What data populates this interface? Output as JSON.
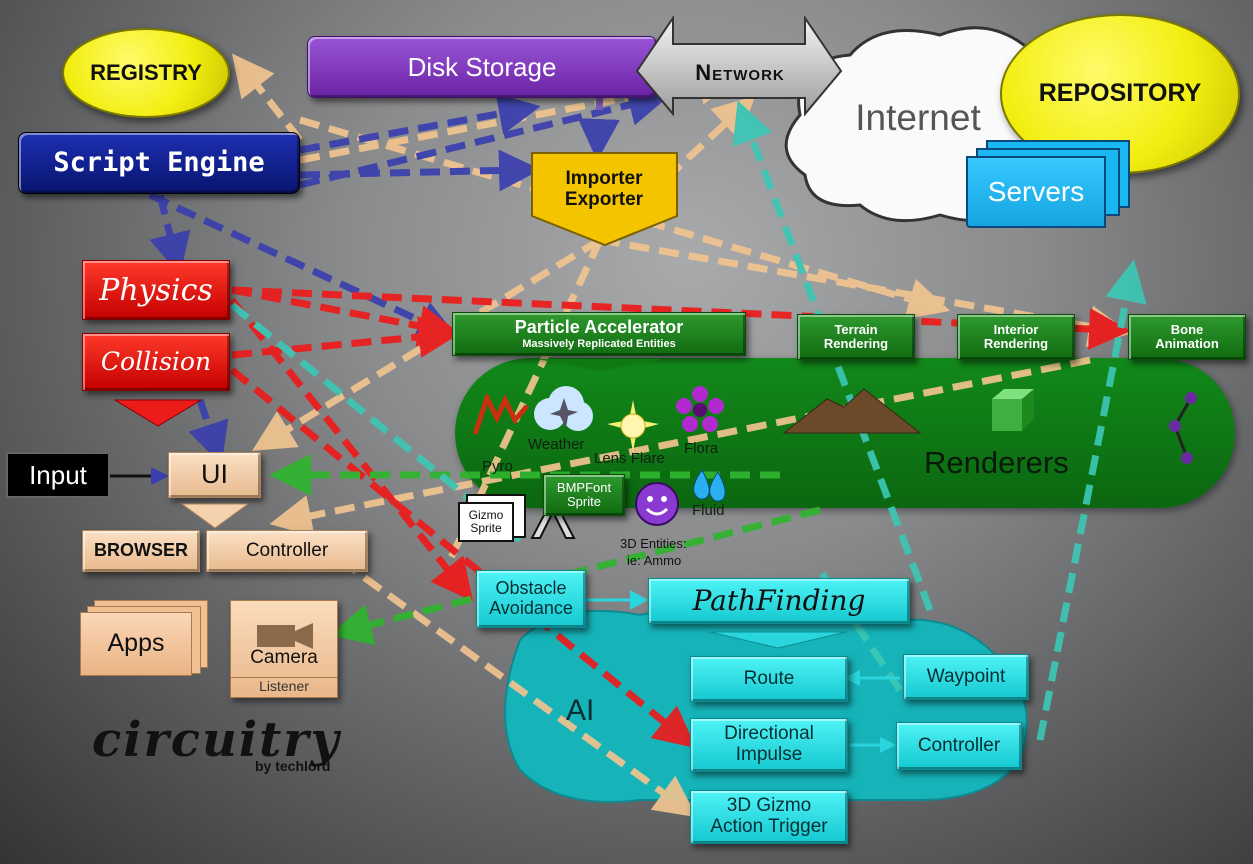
{
  "nodes": {
    "registry": "REGISTRY",
    "disk_storage": "Disk Storage",
    "network": "Network",
    "internet": "Internet",
    "repository": "REPOSITORY",
    "servers": "Servers",
    "script_engine": "Script Engine",
    "importer_exporter_1": "Importer",
    "importer_exporter_2": "Exporter",
    "physics": "Physics",
    "collision": "Collision",
    "input": "Input",
    "ui": "UI",
    "browser": "BROWSER",
    "controller": "Controller",
    "apps": "Apps",
    "camera": "Camera",
    "listener": "Listener"
  },
  "renderers": {
    "group_label": "Renderers",
    "particle_title": "Particle Accelerator",
    "particle_subtitle": "Massively Replicated Entities",
    "terrain_1": "Terrain",
    "terrain_2": "Rendering",
    "interior_1": "Interior",
    "interior_2": "Rendering",
    "bone_1": "Bone",
    "bone_2": "Animation",
    "pyro": "Pyro",
    "weather": "Weather",
    "lens_flare": "Lens Flare",
    "flora": "Flora",
    "gizmo_1": "Gizmo",
    "gizmo_2": "Sprite",
    "bmpfont_1": "BMPFont",
    "bmpfont_2": "Sprite",
    "entities_1": "3D Entities:",
    "entities_2": "ie: Ammo",
    "fluid": "Fluid"
  },
  "ai": {
    "group_label": "AI",
    "obstacle_1": "Obstacle",
    "obstacle_2": "Avoidance",
    "pathfinding": "PathFinding",
    "route": "Route",
    "waypoint": "Waypoint",
    "directional_1": "Directional",
    "directional_2": "Impulse",
    "controller": "Controller",
    "gizmo_trigger_1": "3D Gizmo",
    "gizmo_trigger_2": "Action Trigger"
  },
  "logo": {
    "main": "circuitry",
    "byline": "by techlord"
  },
  "colors": {
    "registry": "#f2ee10",
    "disk_storage": "#7a2fb8",
    "script_engine": "#0c1a8c",
    "importer": "#f6c600",
    "renderers_bg": "#0e7a12",
    "ai_bg": "#17b9c0",
    "servers": "#1ab7f0",
    "arrow_blue": "#3a3fae",
    "arrow_red": "#ee1b1b",
    "arrow_tan": "#f1c48f",
    "arrow_green": "#2fb52f",
    "arrow_teal": "#3cc7b5"
  }
}
